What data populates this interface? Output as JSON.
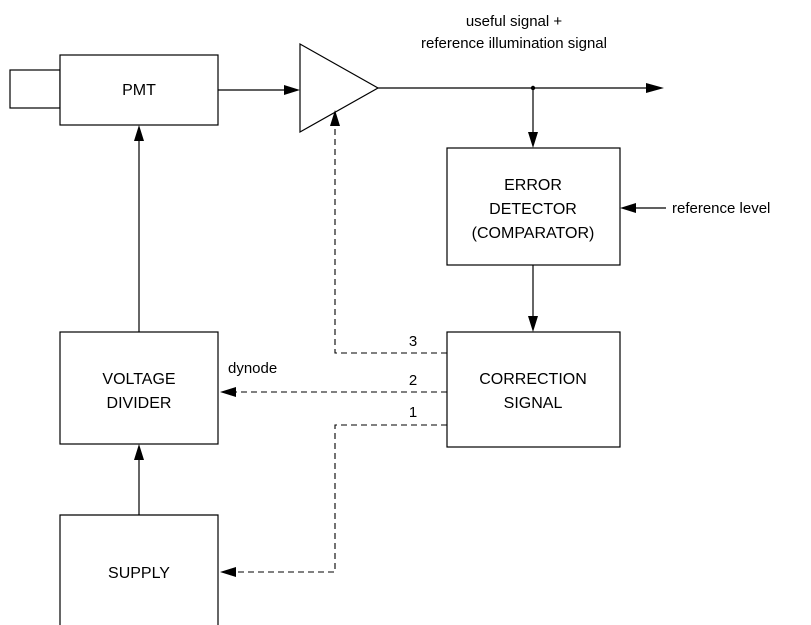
{
  "blocks": {
    "pmt": "PMT",
    "error_detector": [
      "ERROR",
      "DETECTOR",
      "(COMPARATOR)"
    ],
    "correction_signal": [
      "CORRECTION",
      "SIGNAL"
    ],
    "voltage_divider": [
      "VOLTAGE",
      "DIVIDER"
    ],
    "supply": "SUPPLY"
  },
  "labels": {
    "output_signal": [
      "useful signal +",
      "reference illumination signal"
    ],
    "reference_level": "reference level",
    "dynode": "dynode"
  },
  "paths": {
    "path_1": "1",
    "path_2": "2",
    "path_3": "3"
  }
}
